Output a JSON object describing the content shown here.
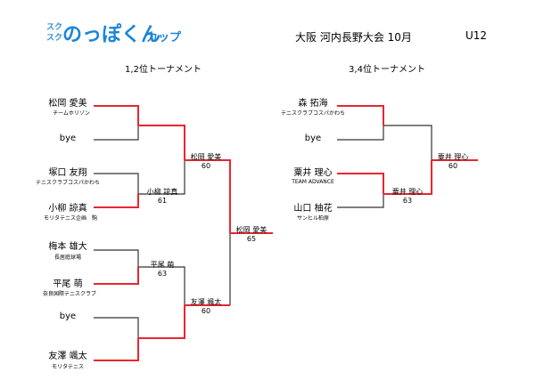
{
  "logo": {
    "prefix_top": "スク",
    "prefix_bottom": "スク",
    "main": "のっぽくん",
    "suffix": "カップ"
  },
  "header": {
    "event": "大阪 河内長野大会 10月",
    "category": "U12"
  },
  "bracket_12": {
    "title": "1,2位トーナメント",
    "players": [
      {
        "name": "松岡 愛美",
        "club": "チームホリゾン"
      },
      {
        "name": "bye",
        "club": ""
      },
      {
        "name": "塚口 友翔",
        "club": "テニスクラブコスパかわち"
      },
      {
        "name": "小柳 諒真",
        "club": "モリタテニス企画　駒"
      },
      {
        "name": "梅本 雄大",
        "club": "長居庭球場"
      },
      {
        "name": "平尾 萌",
        "club": "奈良国際テニスクラブ"
      },
      {
        "name": "bye",
        "club": ""
      },
      {
        "name": "友澤 颯太",
        "club": "モリタテニス"
      }
    ],
    "r1": [
      {
        "winner": "小柳 諒真",
        "score": "61"
      },
      {
        "winner": "平尾 萌",
        "score": "63"
      }
    ],
    "r2": [
      {
        "winner": "松岡 愛美",
        "score": "60"
      },
      {
        "winner": "友澤 颯太",
        "score": "60"
      }
    ],
    "final": {
      "winner": "松岡 愛美",
      "score": "65"
    }
  },
  "bracket_34": {
    "title": "3,4位トーナメント",
    "players": [
      {
        "name": "森 拓海",
        "club": "テニスクラブコスパかわち"
      },
      {
        "name": "bye",
        "club": ""
      },
      {
        "name": "粟井 理心",
        "club": "TEAM ADVANCE"
      },
      {
        "name": "山口 柚花",
        "club": "サンヒル柏原"
      }
    ],
    "r1": {
      "winner": "粟井 理心",
      "score": "63"
    },
    "final": {
      "winner": "粟井 理心",
      "score": "60"
    }
  },
  "colors": {
    "win_line": "#e8262f",
    "line": "#333333",
    "logo": "#1b84d8"
  }
}
